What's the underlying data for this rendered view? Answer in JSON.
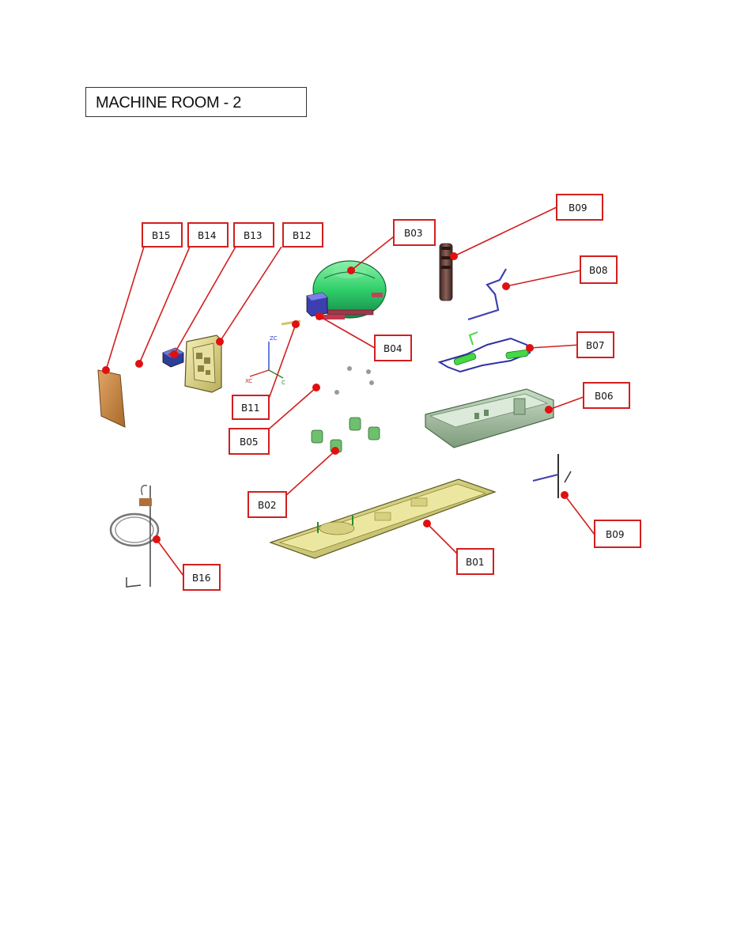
{
  "title": "MACHINE ROOM - 2",
  "axis": {
    "zc": "ZC",
    "xc": "XC",
    "yc": "C"
  },
  "callouts": {
    "b01": "B01",
    "b02": "B02",
    "b03": "B03",
    "b04": "B04",
    "b05": "B05",
    "b06": "B06",
    "b07": "B07",
    "b08": "B08",
    "b09_top": "B09",
    "b09_bottom": "B09",
    "b11": "B11",
    "b12": "B12",
    "b13": "B13",
    "b14": "B14",
    "b15": "B15",
    "b16": "B16"
  },
  "colors": {
    "callout": "#d21f1f",
    "compressor": "#2fd06a",
    "tray": "#c9c56a",
    "panel": "#9bb79a",
    "cover": "#c9863e"
  }
}
